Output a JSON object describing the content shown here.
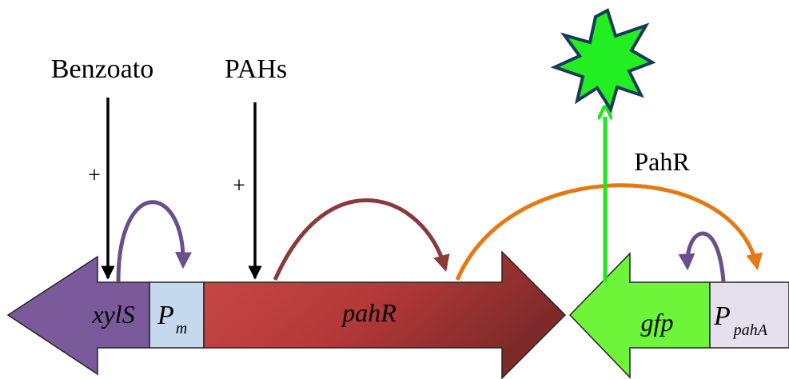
{
  "labels": {
    "benzoato": "Benzoato",
    "pahs": "PAHs",
    "plus_left": "+",
    "plus_right": "+",
    "pahr_protein": "PahR"
  },
  "genes": {
    "xyls": "xylS",
    "pm_main": "P",
    "pm_sub": "m",
    "pahr": "pahR",
    "gfp": "gfp",
    "ppaha_main": "P",
    "ppaha_sub": "pahA"
  },
  "colors": {
    "xyls": "#7b5a9c",
    "pm_box": "#c5d8ee",
    "pahr_gene": "#b83c3c",
    "gfp_gene": "#6ef53a",
    "ppaha_box": "#e6e0ee",
    "xyls_activation": "#6a4f8e",
    "pahr_expression": "#8b3a3a",
    "pahr_activation": "#e57a12",
    "gfp_fluorescence": "#1fe61f",
    "star_fill": "#22ee22",
    "star_outline": "#1a3a5c"
  },
  "icons": {
    "fluorescence": "star-burst-icon"
  }
}
